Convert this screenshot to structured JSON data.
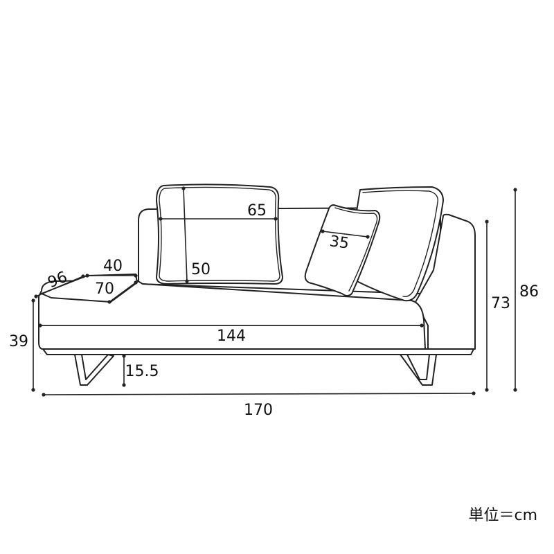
{
  "dimensions": {
    "total_width": "170",
    "total_height": "86",
    "back_height": "73",
    "seat_height": "39",
    "leg_height": "15.5",
    "seat_width": "144",
    "depth": "96",
    "arm_width": "40",
    "chaise_depth": "70",
    "large_pillow_width": "65",
    "large_pillow_height": "50",
    "small_pillow_size": "35"
  },
  "unit_note": "単位＝cm",
  "colors": {
    "line": "#222222",
    "background": "#ffffff"
  }
}
